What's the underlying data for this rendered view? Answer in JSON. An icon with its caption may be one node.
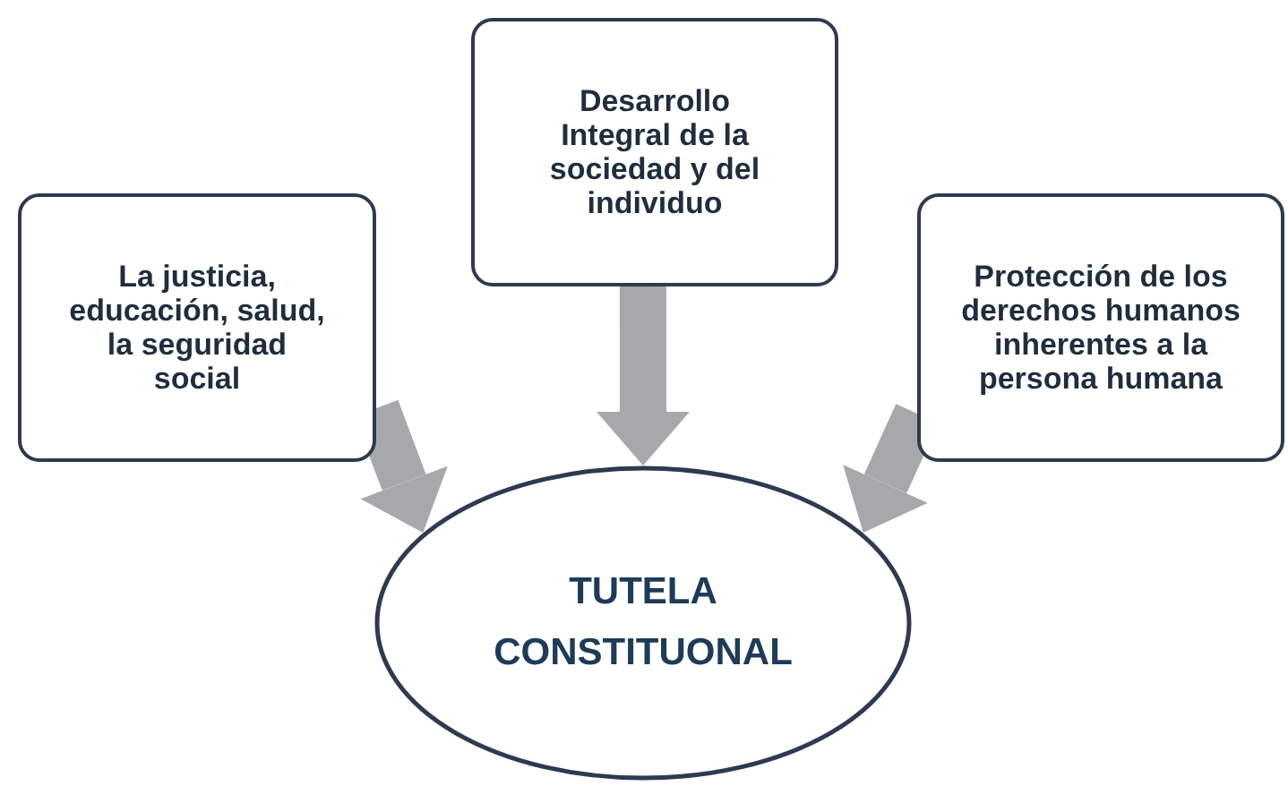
{
  "diagram": {
    "nodes": [
      {
        "text": [
          "La justicia, educación, salud, la seguridad social"
        ]
      },
      {
        "text": [
          "Desarrollo Integral de la sociedad y del individuo"
        ]
      },
      {
        "text": [
          "Protección de los derechos humanos inherentes a la persona humana"
        ]
      },
      {
        "text": [
          "TUTELA CONSTITUONAL"
        ]
      }
    ],
    "edges": [
      {
        "from": 0,
        "to": 3,
        "arrow": "to"
      },
      {
        "from": 1,
        "to": 3,
        "arrow": "to"
      },
      {
        "from": 2,
        "to": 3,
        "arrow": "to"
      }
    ]
  }
}
